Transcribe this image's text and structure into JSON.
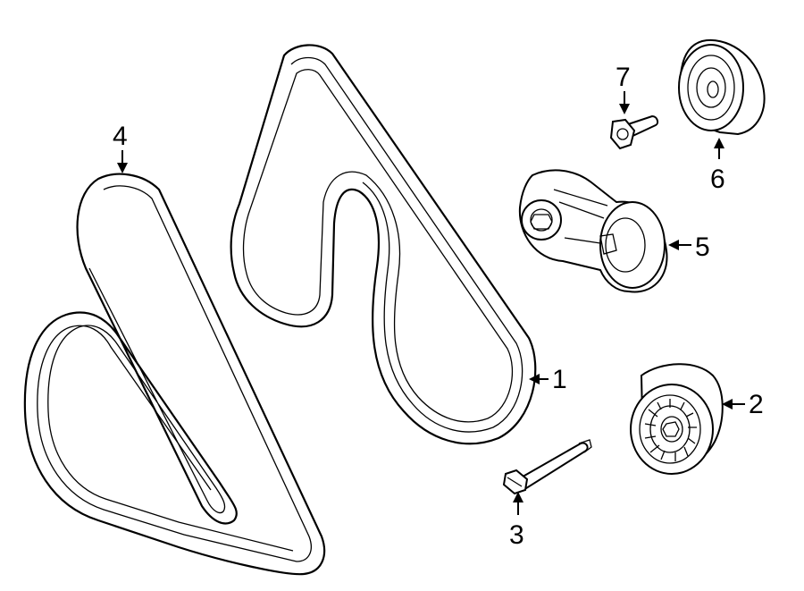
{
  "callouts": [
    {
      "id": "1",
      "label": "1",
      "part": "serpentine-belt-main"
    },
    {
      "id": "2",
      "label": "2",
      "part": "idler-pulley"
    },
    {
      "id": "3",
      "label": "3",
      "part": "pulley-bolt"
    },
    {
      "id": "4",
      "label": "4",
      "part": "serpentine-belt-secondary"
    },
    {
      "id": "5",
      "label": "5",
      "part": "belt-tensioner"
    },
    {
      "id": "6",
      "label": "6",
      "part": "idler-pulley-small"
    },
    {
      "id": "7",
      "label": "7",
      "part": "tensioner-bolt"
    }
  ]
}
